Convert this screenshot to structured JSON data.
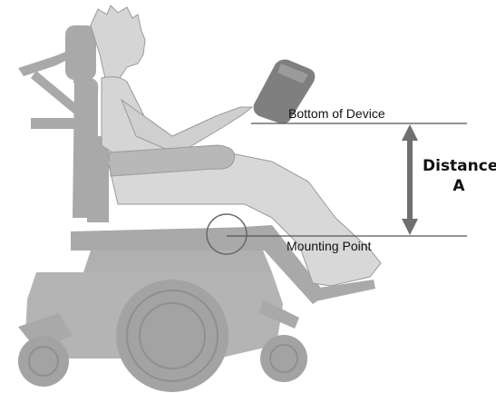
{
  "labels": {
    "bottom_of_device": "Bottom of Device",
    "mounting_point": "Mounting Point",
    "distance_line1": "Distance",
    "distance_line2": "A"
  },
  "colors": {
    "chair": "#a9a9a9",
    "chair_dark": "#8f8f8f",
    "person": "#d5d5d5",
    "person_outline": "#9a9a9a",
    "device": "#7f7f7f",
    "arrow": "#6f6f6f",
    "line": "#555555"
  }
}
